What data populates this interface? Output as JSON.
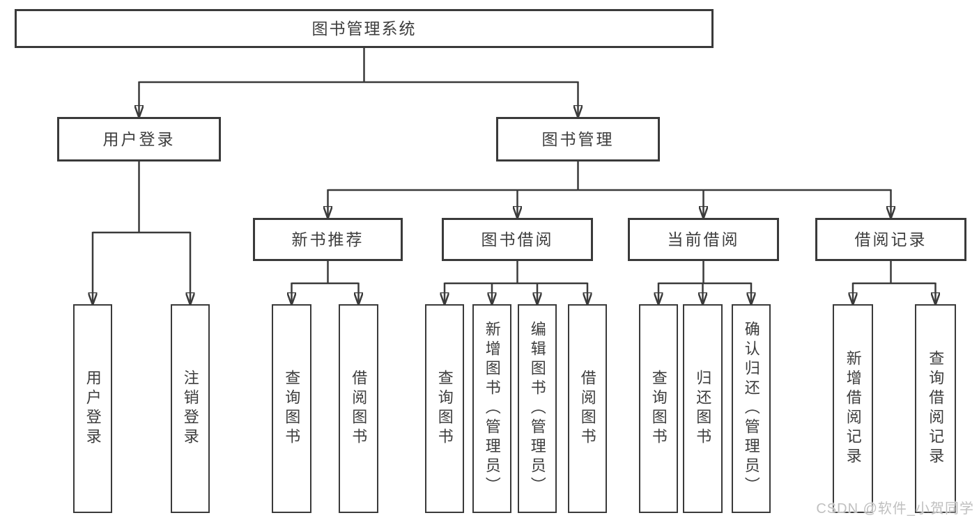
{
  "nodes": {
    "root": "图书管理系统",
    "user_login": "用户登录",
    "book_management": "图书管理",
    "new_book_recommend": "新书推荐",
    "book_borrow": "图书借阅",
    "current_borrow": "当前借阅",
    "borrow_records": "借阅记录",
    "ul_user_login": "用户登录",
    "ul_logout": "注销登录",
    "nb_query_book": "查询图书",
    "nb_borrow_book": "借阅图书",
    "bb_query_book": "查询图书",
    "bb_add_book": "新增图书（管理员）",
    "bb_edit_book": "编辑图书（管理员）",
    "bb_borrow_book": "借阅图书",
    "cb_query_book": "查询图书",
    "cb_return_book": "归还图书",
    "cb_confirm_return": "确认归还（管理员）",
    "br_add_record": "新增借阅记录",
    "br_query_record": "查询借阅记录"
  },
  "watermark": {
    "text": "CSDN @软件_小贺同学"
  },
  "colors": {
    "line": "#3a3a3a",
    "text": "#3d3d3d",
    "watermark": "#c0c0c0",
    "background": "#ffffff"
  }
}
